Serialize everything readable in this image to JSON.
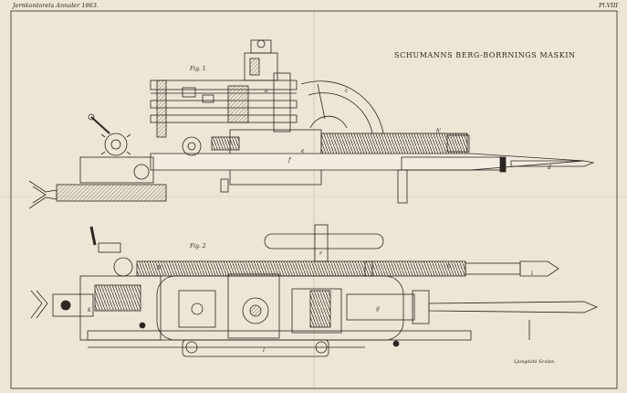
{
  "header": {
    "left": "Jernkontorets Annaler 1863.",
    "right": "Pl.VIII"
  },
  "title": "SCHUMANNS BERG-BORRNINGS MASKIN",
  "figures": {
    "fig1": "Fig. 1",
    "fig2": "Fig. 2"
  },
  "signature": "Ljungdahl Sculps.",
  "part_labels": {
    "b": "b",
    "b_prime": "b'",
    "h": "h'",
    "d": "d",
    "e": "e",
    "f": "f",
    "c": "c",
    "a": "a",
    "k": "k",
    "r": "r",
    "g": "g",
    "i": "i",
    "l": "l"
  },
  "colors": {
    "paper": "#ece6d6",
    "ink": "#2b2621",
    "hatch": "#6b6257"
  }
}
